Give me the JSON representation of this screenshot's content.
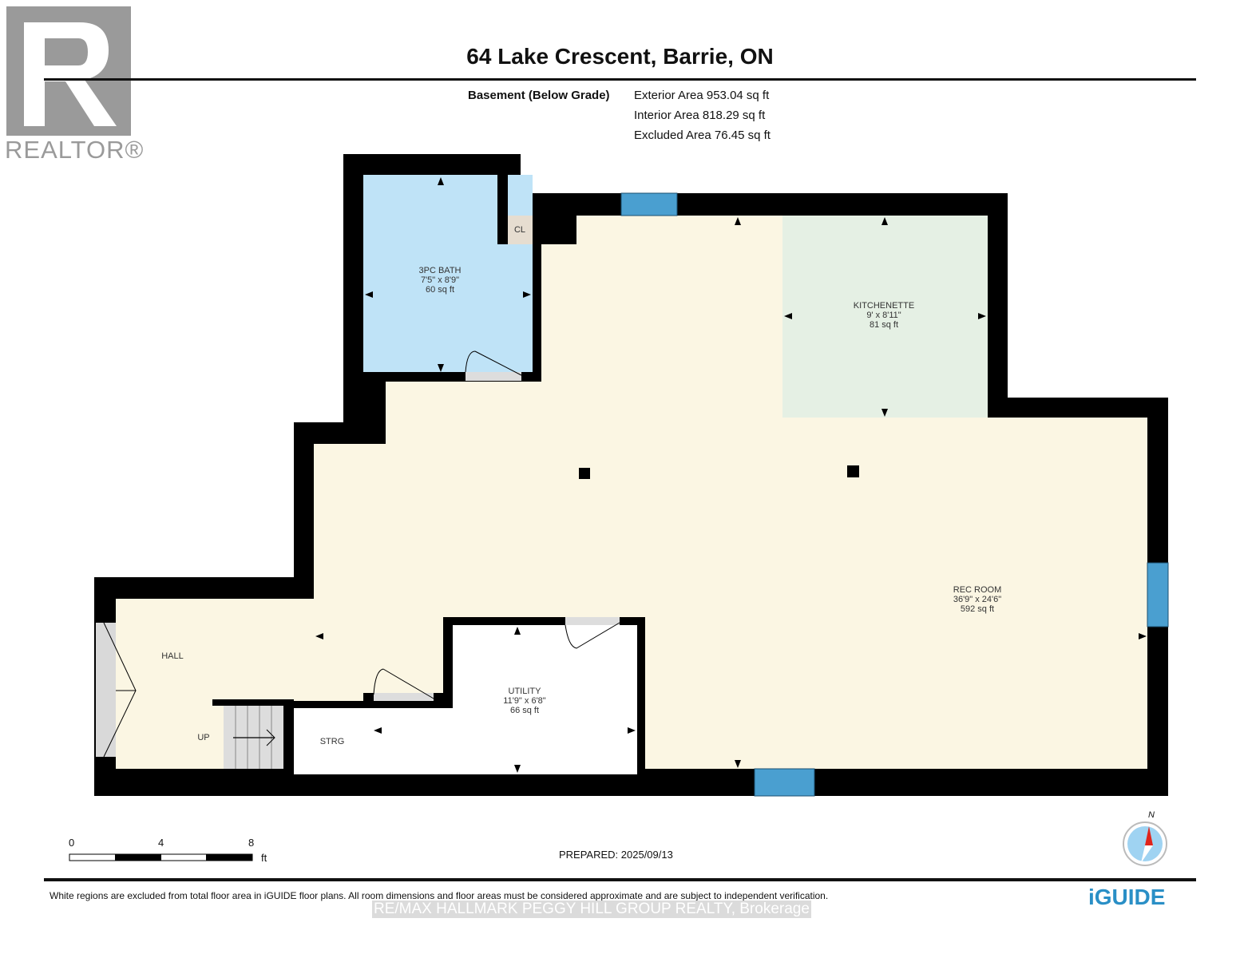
{
  "logo": {
    "text": "REALTOR®"
  },
  "header": {
    "title": "64 Lake Crescent, Barrie, ON"
  },
  "summary": {
    "level": "Basement (Below Grade)",
    "exterior_area": "Exterior Area 953.04 sq ft",
    "interior_area": "Interior Area 818.29 sq ft",
    "excluded_area": "Excluded Area 76.45 sq ft"
  },
  "rooms": {
    "bath": {
      "name": "3PC BATH",
      "dims": "7'5\" x 8'9\"",
      "area": "60 sq ft"
    },
    "closet": {
      "name": "CL"
    },
    "kitchenette": {
      "name": "KITCHENETTE",
      "dims": "9' x 8'11\"",
      "area": "81 sq ft"
    },
    "rec_room": {
      "name": "REC ROOM",
      "dims": "36'9\" x 24'6\"",
      "area": "592 sq ft"
    },
    "utility": {
      "name": "UTILITY",
      "dims": "11'9\" x 6'8\"",
      "area": "66 sq ft"
    },
    "hall": {
      "name": "HALL"
    },
    "storage": {
      "name": "STRG"
    },
    "stairs": {
      "name": "UP"
    }
  },
  "scale": {
    "ticks": [
      "0",
      "4",
      "8"
    ],
    "unit": "ft"
  },
  "compass": {
    "label": "N"
  },
  "footer": {
    "prepared": "PREPARED: 2025/09/13",
    "disclaimer": "White regions are excluded from total floor area in iGUIDE floor plans. All room dimensions and floor areas must be considered approximate and are subject to independent verification.",
    "brokerage": "RE/MAX HALLMARK PEGGY HILL GROUP REALTY, Brokerage",
    "brand": "iGUIDE"
  },
  "colors": {
    "floor": "#fbf6e3",
    "bath": "#bfe3f7",
    "kitchenette": "#e5f0e4",
    "window": "#4a9fd0",
    "wall": "#000000",
    "closet": "#e6ddd0"
  }
}
